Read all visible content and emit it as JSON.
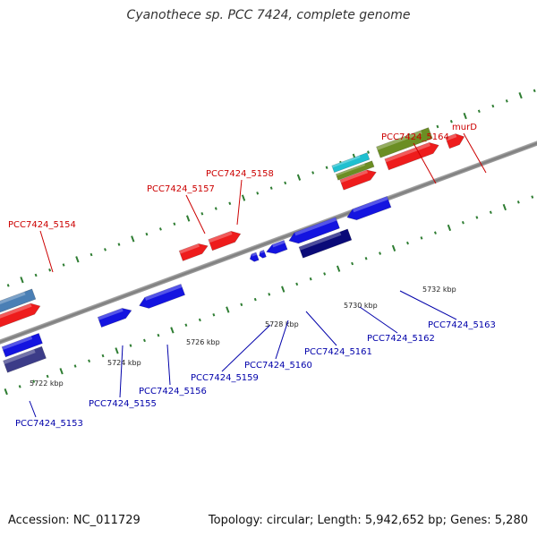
{
  "title": "Cyanothece sp. PCC 7424, complete genome",
  "footer": {
    "accession": "Accession: NC_011729",
    "summary": "Topology: circular; Length: 5,942,652 bp; Genes: 5,280"
  },
  "colors": {
    "forward_label": "#cc0000",
    "reverse_label": "#0000aa",
    "axis": "#888888",
    "tick": "#2e7d32"
  },
  "scale": {
    "unit": "kbp",
    "labels": [
      "5722 kbp",
      "5724 kbp",
      "5726 kbp",
      "5728 kbp",
      "5730 kbp",
      "5732 kbp"
    ]
  },
  "gene_labels": {
    "forward": [
      "PCC7424_5154",
      "PCC7424_5157",
      "PCC7424_5158",
      "PCC7424_5164",
      "murD"
    ],
    "reverse": [
      "PCC7424_5153",
      "PCC7424_5155",
      "PCC7424_5156",
      "PCC7424_5159",
      "PCC7424_5160",
      "PCC7424_5161",
      "PCC7424_5162",
      "PCC7424_5163"
    ]
  },
  "gene_colors": {
    "red": "#ee1c1c",
    "blue": "#1414e0",
    "steel_blue": "#4a7fb5",
    "navy": "#0a0a78",
    "slate": "#3c3c88",
    "cyan": "#1fc0d0",
    "olive": "#6b8e23"
  }
}
